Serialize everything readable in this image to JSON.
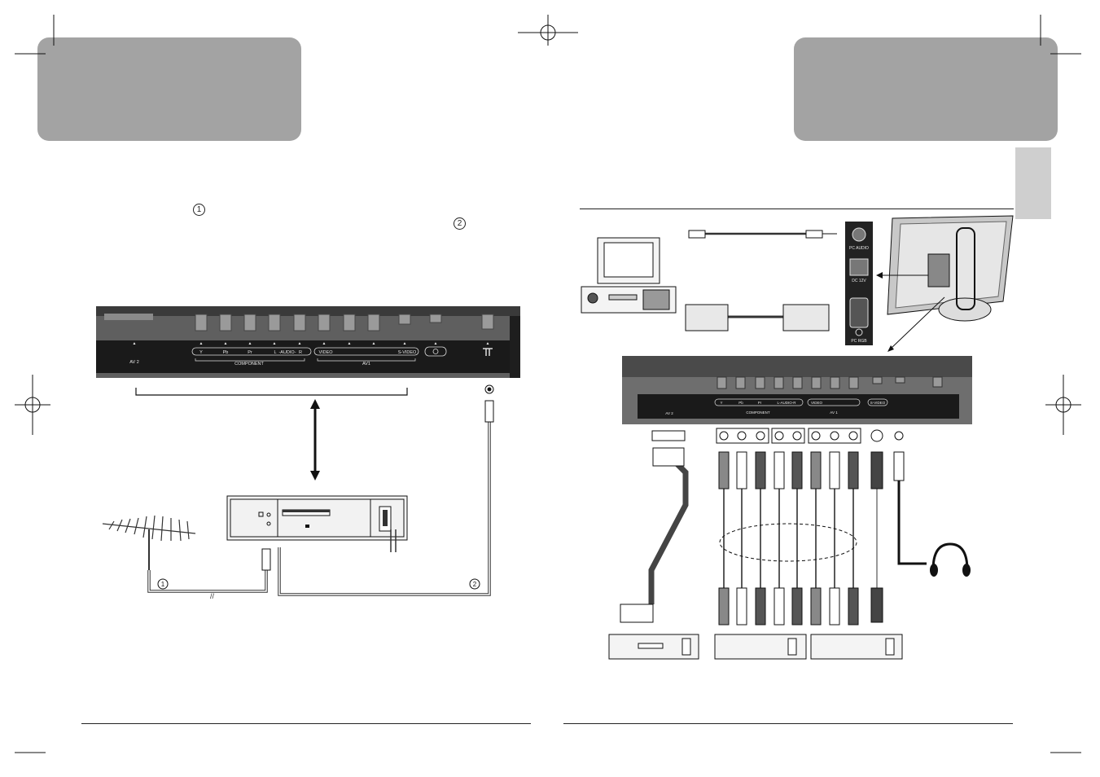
{
  "left": {
    "marker_1": "1",
    "marker_2": "2",
    "panel": {
      "av2": "AV 2",
      "y": "Y",
      "pb": "Pb",
      "pr": "Pr",
      "audio_l": "L",
      "audio_text": "-AUDIO-",
      "audio_r": "R",
      "component": "COMPONENT",
      "video": "VIDEO",
      "svideo": "S-VIDEO",
      "av1": "AV1"
    },
    "cable_label_1": "1",
    "cable_label_2": "2"
  },
  "right": {
    "monitor_panel": {
      "pc_audio": "PC AUDIO",
      "dc12v": "DC 12V",
      "pc_rgb": "PC RGB"
    },
    "panel": {
      "av2": "AV 2",
      "y": "Y",
      "pb": "Pb",
      "pr": "Pr",
      "audio": "L-AUDIO-R",
      "component": "COMPONENT",
      "video": "VIDEO",
      "av1": "AV 1",
      "svideo": "S-VIDEO"
    }
  },
  "colors": {
    "header_grey": "#a3a3a3",
    "tab_grey": "#cfcfcf",
    "panel_dark": "#2b2b2b",
    "panel_mid": "#6e6e6e"
  },
  "icons": [
    "registration-crosshair-icon",
    "antenna-icon",
    "vcr-icon",
    "headphones-icon",
    "computer-icon",
    "monitor-icon",
    "scart-plug-icon",
    "rca-plug-icon"
  ]
}
